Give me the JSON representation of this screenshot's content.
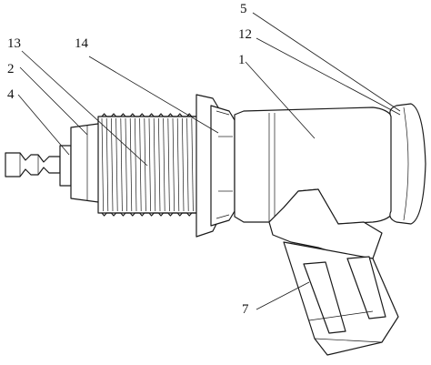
{
  "labels": {
    "l13": "13",
    "l2": "2",
    "l4": "4",
    "l14": "14",
    "l5": "5",
    "l12": "12",
    "l1": "1",
    "l7": "7"
  },
  "colors": {
    "line": "#1a1a1a",
    "background": "#ffffff"
  }
}
